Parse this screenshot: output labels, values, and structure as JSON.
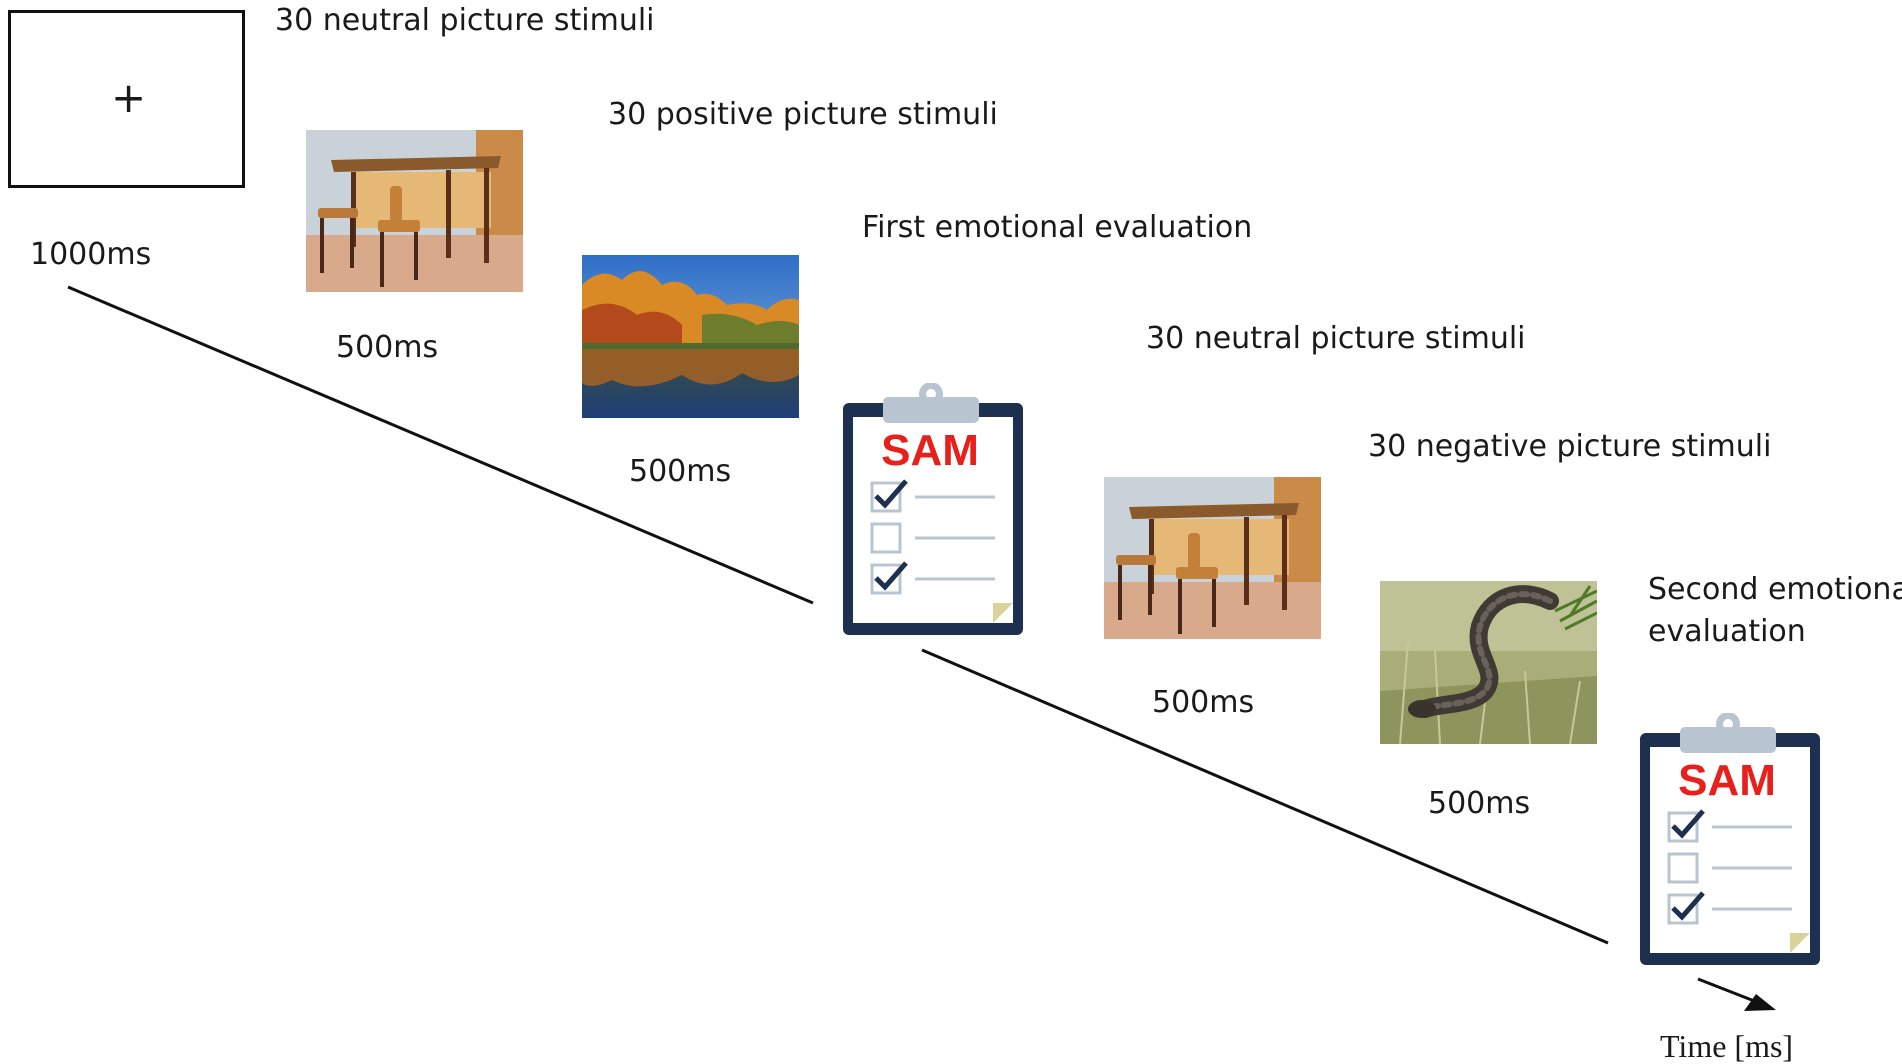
{
  "fixation": {
    "symbol": "+",
    "duration": "1000ms"
  },
  "blocks": [
    {
      "label": "30 neutral picture stimuli",
      "duration": "500ms",
      "image": "desk-and-chairs-photo"
    },
    {
      "label": "30 positive picture stimuli",
      "duration": "500ms",
      "image": "autumn-lake-photo"
    },
    {
      "label": "30 neutral picture stimuli",
      "duration": "500ms",
      "image": "desk-and-chairs-photo"
    },
    {
      "label": "30 negative picture stimuli",
      "duration": "500ms",
      "image": "snake-photo"
    }
  ],
  "evaluations": [
    {
      "label": "First emotional evaluation",
      "clipboard_text": "SAM"
    },
    {
      "label_line1": "Second emotional",
      "label_line2": "evaluation",
      "clipboard_text": "SAM"
    }
  ],
  "time_axis": {
    "label": "Time [ms]"
  },
  "colors": {
    "sam_red": "#e8201c",
    "clipboard_navy": "#1e3050",
    "clip_grey": "#b8c4cf",
    "line": "#111111"
  }
}
